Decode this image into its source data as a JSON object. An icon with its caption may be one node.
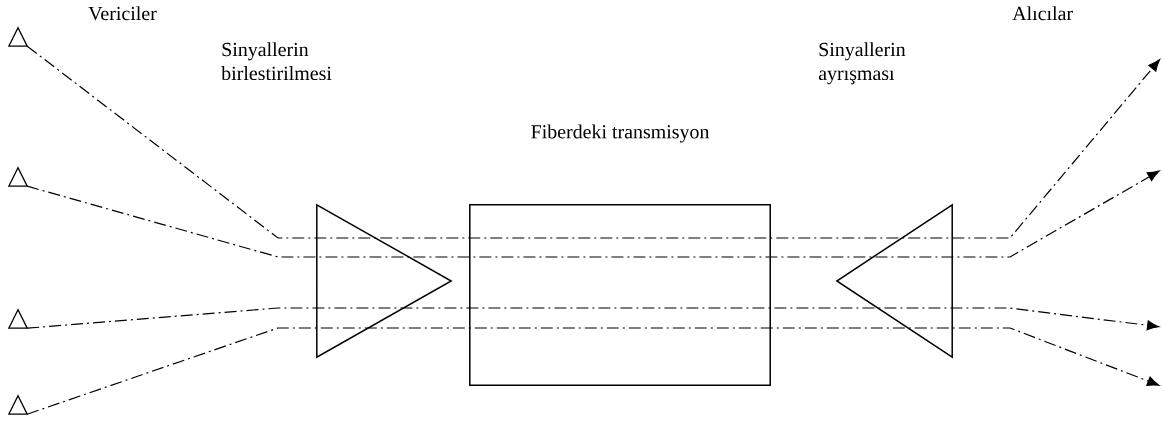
{
  "diagram": {
    "nodes": [
      {
        "text": [],
        "shape": "triangle"
      },
      {
        "text": [],
        "shape": "triangle"
      },
      {
        "text": [],
        "shape": "triangle"
      },
      {
        "text": [],
        "shape": "triangle"
      },
      {
        "text": [],
        "shape": "triangle"
      },
      {
        "text": [
          "Fiberdeki transmisyon"
        ]
      },
      {
        "text": [],
        "shape": "triangle"
      }
    ],
    "edges": [
      {
        "from": 0,
        "to": null,
        "arrow": "to",
        "style": "dashed"
      },
      {
        "from": 1,
        "to": null,
        "arrow": "to",
        "style": "dashed"
      },
      {
        "from": 2,
        "to": null,
        "arrow": "to",
        "style": "dashed"
      },
      {
        "from": 3,
        "to": null,
        "arrow": "to",
        "style": "dashed"
      }
    ],
    "labels": [
      "Vericiler",
      "Sinyallerin birlestirilmesi",
      "Sinyallerin ayrışması",
      "Alıcılar"
    ]
  }
}
